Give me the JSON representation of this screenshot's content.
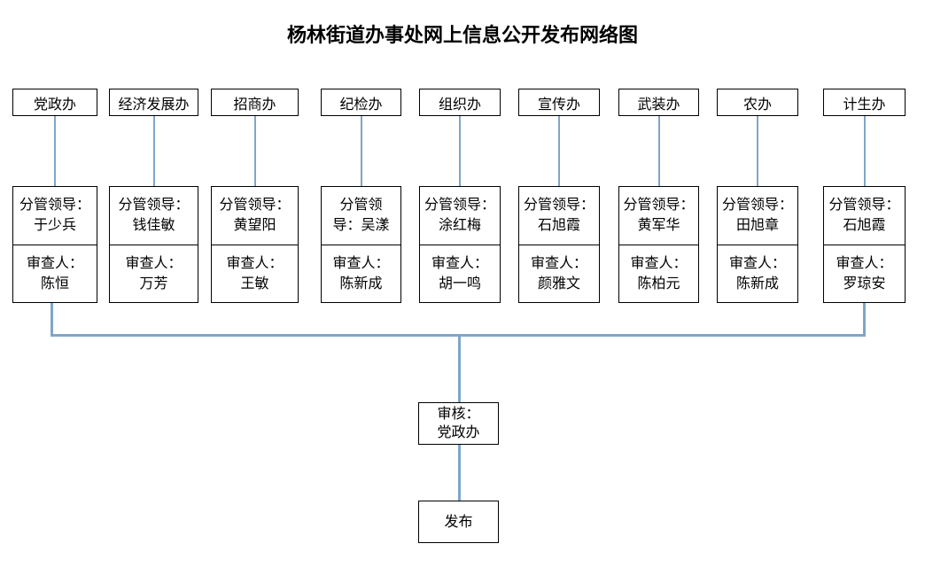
{
  "title": "杨林街道办事处网上信息公开发布网络图",
  "colors": {
    "connector": "#7FA5C8",
    "box_border": "#000000",
    "text": "#000000",
    "background": "#FFFFFF"
  },
  "columns": [
    {
      "department": "党政办",
      "leader_lines": [
        "分管领导：",
        "于少兵"
      ],
      "reviewer_lines": [
        "审查人：",
        "陈恒"
      ]
    },
    {
      "department": "经济发展办",
      "leader_lines": [
        "分管领导：",
        "钱佳敏"
      ],
      "reviewer_lines": [
        "审查人：",
        "万芳"
      ]
    },
    {
      "department": "招商办",
      "leader_lines": [
        "分管领导：",
        "黄望阳"
      ],
      "reviewer_lines": [
        "审查人：",
        "王敏"
      ]
    },
    {
      "department": "纪检办",
      "leader_lines": [
        "分管领",
        "导：吴漾"
      ],
      "reviewer_lines": [
        "审查人：",
        "陈新成"
      ]
    },
    {
      "department": "组织办",
      "leader_lines": [
        "分管领导：",
        "涂红梅"
      ],
      "reviewer_lines": [
        "审查人：",
        "胡一鸣"
      ]
    },
    {
      "department": "宣传办",
      "leader_lines": [
        "分管领导：",
        "石旭霞"
      ],
      "reviewer_lines": [
        "审查人：",
        "颜雅文"
      ]
    },
    {
      "department": "武装办",
      "leader_lines": [
        "分管领导：",
        "黄军华"
      ],
      "reviewer_lines": [
        "审查人：",
        "陈柏元"
      ]
    },
    {
      "department": "农办",
      "leader_lines": [
        "分管领导：",
        "田旭章"
      ],
      "reviewer_lines": [
        "审查人：",
        "陈新成"
      ]
    },
    {
      "department": "计生办",
      "leader_lines": [
        "分管领导：",
        "石旭霞"
      ],
      "reviewer_lines": [
        "审查人：",
        "罗琼安"
      ]
    }
  ],
  "review_box": {
    "lines": [
      "审核：",
      "党政办"
    ]
  },
  "publish_box": {
    "label": "发布"
  }
}
